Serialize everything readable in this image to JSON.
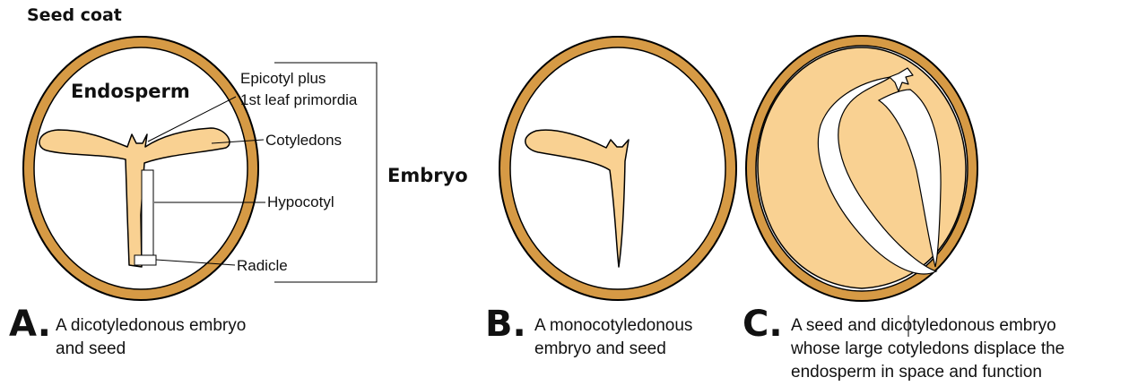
{
  "colors": {
    "seed_coat": "#D69A45",
    "tissue": "#F9D192",
    "line": "#000000",
    "background": "#FFFFFF"
  },
  "labels": {
    "seed_coat": "Seed coat",
    "endosperm": "Endosperm",
    "epicotyl_line1": "Epicotyl plus",
    "epicotyl_line2": "1st leaf primordia",
    "cotyledons": "Cotyledons",
    "hypocotyl": "Hypocotyl",
    "radicle": "Radicle",
    "embryo": "Embryo"
  },
  "panels": [
    {
      "letter": "A",
      "dot": ".",
      "caption": [
        "A dicotyledonous embryo",
        "and seed"
      ]
    },
    {
      "letter": "B",
      "dot": ".",
      "caption": [
        "A monocotyledonous",
        "embryo and seed"
      ]
    },
    {
      "letter": "C",
      "dot": ".",
      "caption": [
        "A seed and dicotyledonous embryo",
        "whose large cotyledons displace the",
        "endosperm in space and function"
      ]
    }
  ]
}
